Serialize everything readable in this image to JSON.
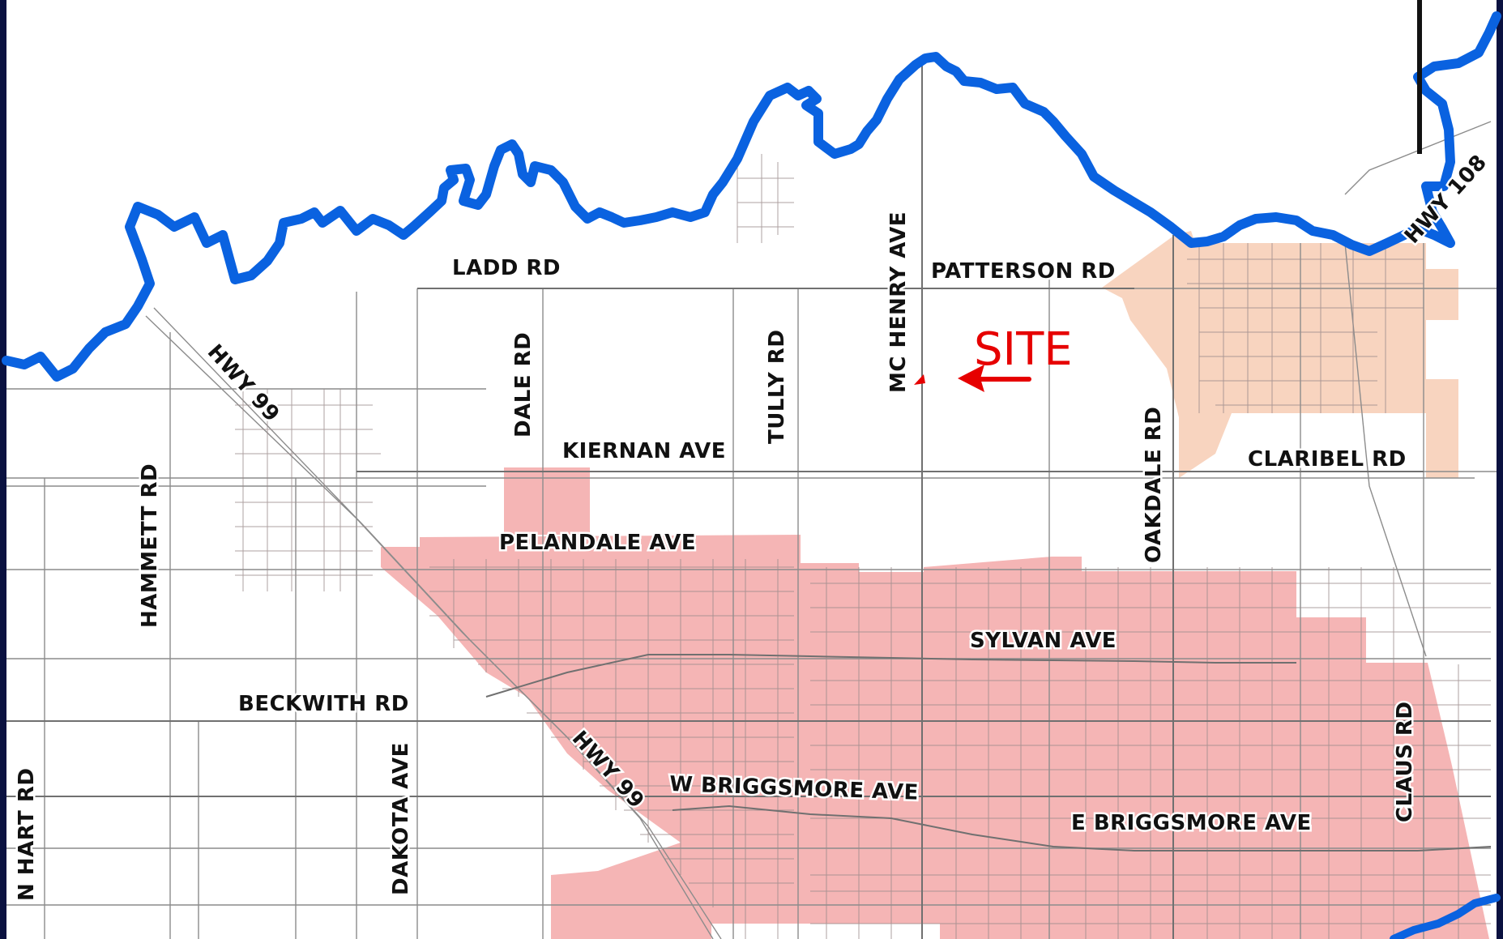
{
  "map": {
    "colors": {
      "frame": "#0a1140",
      "land": "#ffffff",
      "city_area": "#f5b5b5",
      "county_area": "#f8d4bf",
      "river": "#0a62e0",
      "road": "#8c8c8c",
      "site_marker": "#e60000"
    },
    "site": {
      "label": "SITE",
      "arrow_icon": "left-arrow-icon"
    },
    "road_labels": [
      {
        "id": "ladd-rd",
        "text": "LADD RD"
      },
      {
        "id": "patterson-rd",
        "text": "PATTERSON RD"
      },
      {
        "id": "mc-henry-ave",
        "text": "MC HENRY AVE"
      },
      {
        "id": "dale-rd",
        "text": "DALE RD"
      },
      {
        "id": "tully-rd",
        "text": "TULLY RD"
      },
      {
        "id": "hwy-99-north",
        "text": "HWY 99"
      },
      {
        "id": "kiernan-ave",
        "text": "KIERNAN AVE"
      },
      {
        "id": "oakdale-rd",
        "text": "OAKDALE RD"
      },
      {
        "id": "claribel-rd",
        "text": "CLARIBEL RD"
      },
      {
        "id": "hwy-108",
        "text": "HWY 108"
      },
      {
        "id": "hammett-rd",
        "text": "HAMMETT RD"
      },
      {
        "id": "pelandale-ave",
        "text": "PELANDALE AVE"
      },
      {
        "id": "sylvan-ave",
        "text": "SYLVAN AVE"
      },
      {
        "id": "beckwith-rd",
        "text": "BECKWITH RD"
      },
      {
        "id": "dakota-ave",
        "text": "DAKOTA AVE"
      },
      {
        "id": "hwy-99-south",
        "text": "HWY 99"
      },
      {
        "id": "w-briggsmore-ave",
        "text": "W BRIGGSMORE AVE"
      },
      {
        "id": "e-briggsmore-ave",
        "text": "E BRIGGSMORE AVE"
      },
      {
        "id": "claus-rd",
        "text": "CLAUS RD"
      },
      {
        "id": "n-hart-rd",
        "text": "N HART RD"
      }
    ]
  }
}
